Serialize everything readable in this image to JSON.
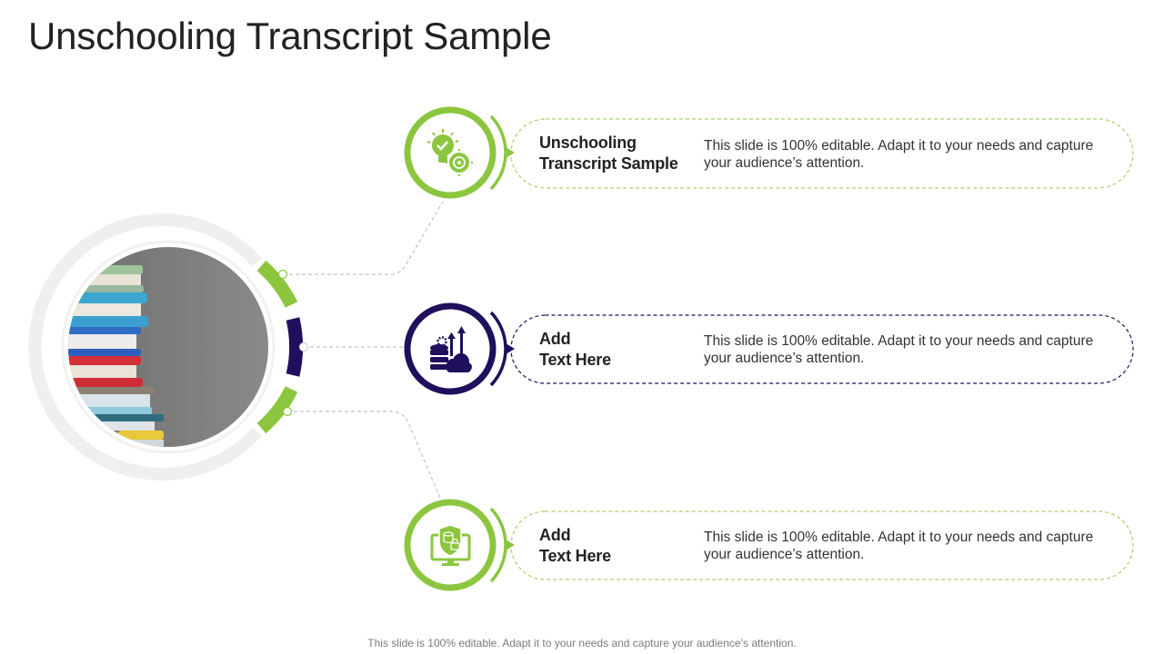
{
  "slide": {
    "title": "Unschooling Transcript Sample",
    "footer": "This slide is 100% editable. Adapt it to your needs and capture your audience’s attention."
  },
  "colors": {
    "green": "#8cc63f",
    "navy": "#1f0f5c",
    "light_gray_ring": "#efefef",
    "connector": "#bdbdbd"
  },
  "center_image": {
    "description": "stack-of-books-photo"
  },
  "items": [
    {
      "heading_line1": "Unschooling",
      "heading_line2": "Transcript Sample",
      "description_line1": "This slide is 100% editable. Adapt it to your needs and capture",
      "description_line2": "your audience’s attention.",
      "icon": "lightbulb-check-target-icon",
      "color": "#8cc63f"
    },
    {
      "heading_line1": "Add",
      "heading_line2": "Text Here",
      "description_line1": "This slide is 100% editable. Adapt it to your needs and capture",
      "description_line2": "your audience’s attention.",
      "icon": "database-cloud-growth-icon",
      "color": "#1f0f5c"
    },
    {
      "heading_line1": "Add",
      "heading_line2": "Text Here",
      "description_line1": "This slide is 100% editable. Adapt it to your needs and capture",
      "description_line2": "your audience’s attention.",
      "icon": "monitor-shield-lock-icon",
      "color": "#8cc63f"
    }
  ]
}
